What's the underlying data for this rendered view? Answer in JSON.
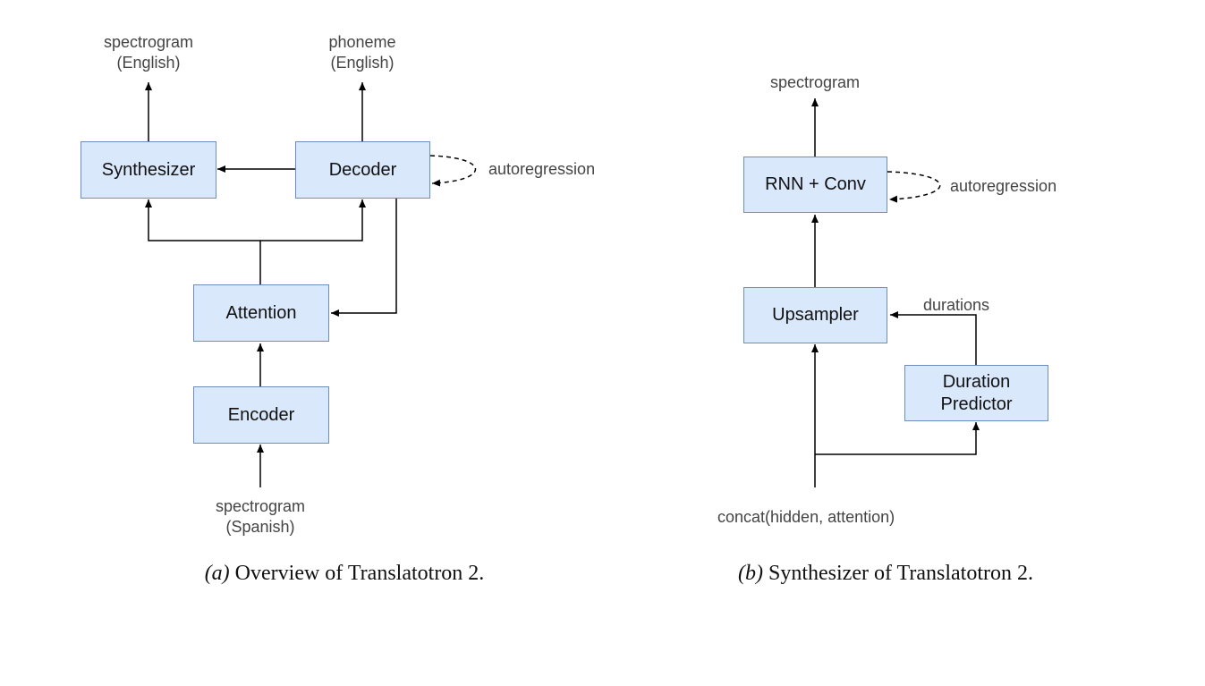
{
  "panel_a": {
    "boxes": {
      "synthesizer": "Synthesizer",
      "decoder": "Decoder",
      "attention": "Attention",
      "encoder": "Encoder"
    },
    "labels": {
      "out_spectrogram": "spectrogram\n(English)",
      "out_phoneme": "phoneme\n(English)",
      "autoregression": "autoregression",
      "in_spectrogram": "spectrogram\n(Spanish)"
    },
    "caption": {
      "tag": "(a)",
      "text": " Overview of Translatotron 2."
    }
  },
  "panel_b": {
    "boxes": {
      "rnn_conv": "RNN + Conv",
      "upsampler": "Upsampler",
      "duration_predictor": "Duration\nPredictor"
    },
    "labels": {
      "out_spectrogram": "spectrogram",
      "autoregression": "autoregression",
      "durations": "durations",
      "input": "concat(hidden, attention)"
    },
    "caption": {
      "tag": "(b)",
      "text": " Synthesizer of Translatotron 2."
    }
  }
}
